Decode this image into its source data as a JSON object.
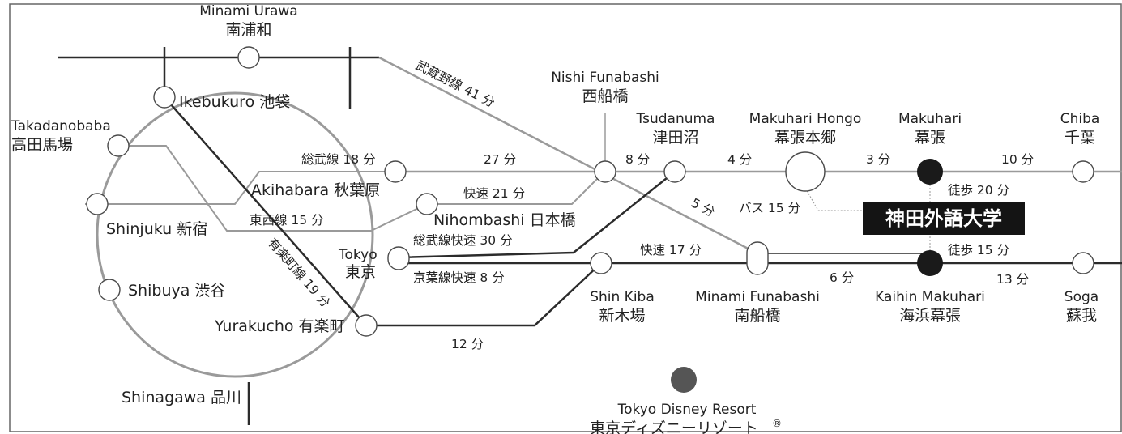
{
  "colors": {
    "line_gray": "#9a9a9a",
    "line_dark": "#2b2b2b",
    "station_fill": "#ffffff",
    "station_black": "#1a1a1a",
    "disney_dot": "#555555",
    "badge_bg": "#141414",
    "badge_text": "#ffffff"
  },
  "stations": {
    "minami_urawa": {
      "en": "Minami Urawa",
      "jp": "南浦和"
    },
    "ikebukuro": {
      "label": "Ikebukuro 池袋"
    },
    "takadanobaba": {
      "en": "Takadanobaba",
      "jp": "高田馬場"
    },
    "shinjuku": {
      "label": "Shinjuku 新宿"
    },
    "shibuya": {
      "label": "Shibuya 渋谷"
    },
    "shinagawa": {
      "label": "Shinagawa 品川"
    },
    "akihabara": {
      "label": "Akihabara 秋葉原"
    },
    "tokyo": {
      "en": "Tokyo",
      "jp": "東京"
    },
    "yurakucho": {
      "label": "Yurakucho 有楽町"
    },
    "nihombashi": {
      "label": "Nihombashi 日本橋"
    },
    "nishi_funabashi": {
      "en": "Nishi Funabashi",
      "jp": "西船橋"
    },
    "tsudanuma": {
      "en": "Tsudanuma",
      "jp": "津田沼"
    },
    "makuhari_hongo": {
      "en": "Makuhari Hongo",
      "jp": "幕張本郷"
    },
    "makuhari": {
      "en": "Makuhari",
      "jp": "幕張"
    },
    "chiba": {
      "en": "Chiba",
      "jp": "千葉"
    },
    "shin_kiba": {
      "en": "Shin Kiba",
      "jp": "新木場"
    },
    "minami_funabashi": {
      "en": "Minami Funabashi",
      "jp": "南船橋"
    },
    "kaihin_makuhari": {
      "en": "Kaihin Makuhari",
      "jp": "海浜幕張"
    },
    "soga": {
      "en": "Soga",
      "jp": "蘇我"
    },
    "disney": {
      "en": "Tokyo Disney Resort",
      "jp": "東京ディズニーリゾート",
      "mark": "®"
    }
  },
  "segments": {
    "musashino": "武蔵野線 41 分",
    "sobu_18": "総武線 18 分",
    "seg_27": "27 分",
    "seg_8": "8 分",
    "seg_4": "4 分",
    "seg_3": "3 分",
    "seg_10": "10 分",
    "rapid_21": "快速 21 分",
    "tozai_15": "東西線 15 分",
    "sobu_rapid_30": "総武線快速 30 分",
    "yurakucho_19": "有楽町線 19 分",
    "seg_5": "5 分",
    "bus_15": "バス 15 分",
    "walk_20": "徒歩 20 分",
    "walk_15": "徒歩 15 分",
    "rapid_17": "快速 17 分",
    "keiyo_rapid_8": "京葉線快速 8 分",
    "seg_6": "6 分",
    "seg_13": "13 分",
    "seg_12": "12 分"
  },
  "university": {
    "name": "神田外語大学"
  }
}
